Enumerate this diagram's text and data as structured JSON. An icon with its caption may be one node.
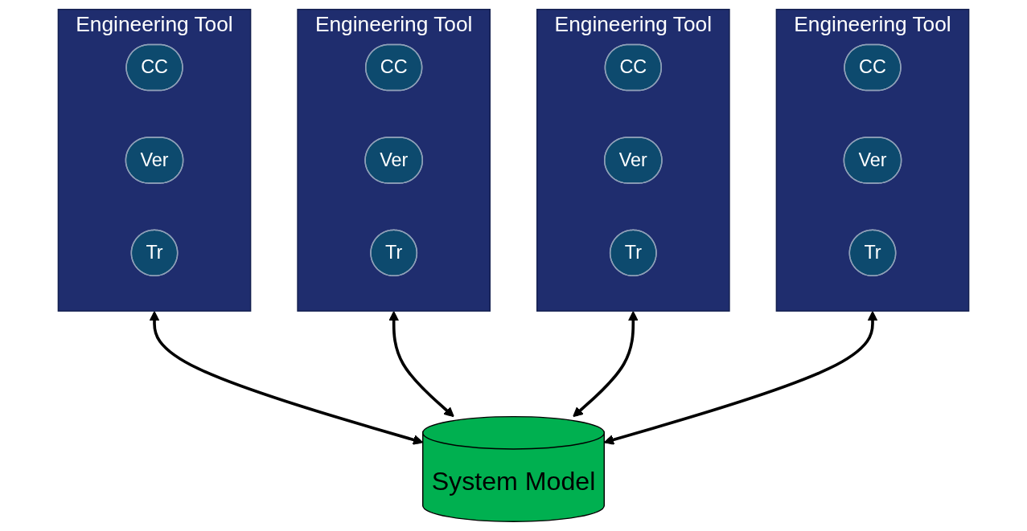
{
  "diagram": {
    "nodes": [
      {
        "text": [
          "Engineering Tool"
        ]
      },
      {
        "text": [
          "CC"
        ],
        "in": 0
      },
      {
        "text": [
          "Ver"
        ],
        "in": 0
      },
      {
        "text": [
          "Tr"
        ],
        "in": 0
      },
      {
        "text": [
          "Engineering Tool"
        ]
      },
      {
        "text": [
          "CC"
        ],
        "in": 4
      },
      {
        "text": [
          "Ver"
        ],
        "in": 4
      },
      {
        "text": [
          "Tr"
        ],
        "in": 4
      },
      {
        "text": [
          "Engineering Tool"
        ]
      },
      {
        "text": [
          "CC"
        ],
        "in": 8
      },
      {
        "text": [
          "Ver"
        ],
        "in": 8
      },
      {
        "text": [
          "Tr"
        ],
        "in": 8
      },
      {
        "text": [
          "Engineering Tool"
        ]
      },
      {
        "text": [
          "CC"
        ],
        "in": 12
      },
      {
        "text": [
          "Ver"
        ],
        "in": 12
      },
      {
        "text": [
          "Tr"
        ],
        "in": 12
      },
      {
        "text": [
          "System Model"
        ]
      }
    ],
    "edges": [
      {
        "from": 0,
        "to": 16,
        "arrow": "both"
      },
      {
        "from": 4,
        "to": 16,
        "arrow": "both"
      },
      {
        "from": 8,
        "to": 16,
        "arrow": "both"
      },
      {
        "from": 12,
        "to": 16,
        "arrow": "both"
      }
    ]
  }
}
